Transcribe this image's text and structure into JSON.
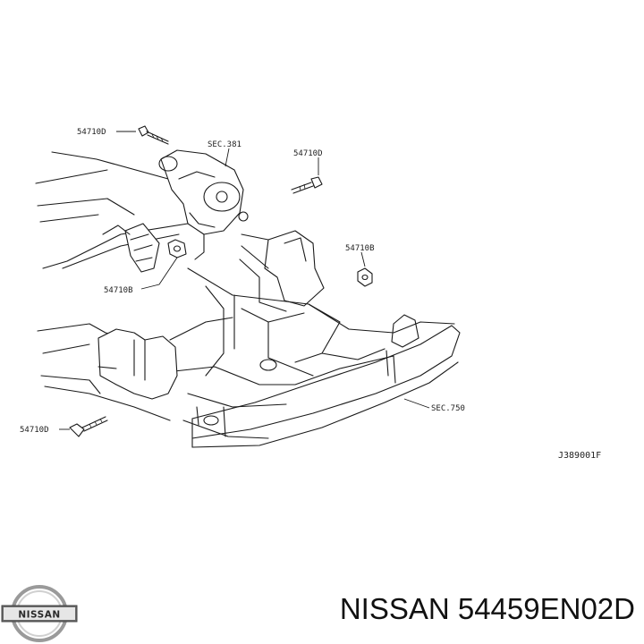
{
  "diagram": {
    "callouts": {
      "bolt_top": "54710D",
      "bolt_right": "54710D",
      "nut_right": "54710B",
      "nut_left": "54710B",
      "bolt_bottom": "54710D",
      "sec_differential": "SEC.381",
      "sec_crossmember": "SEC.750"
    },
    "figure_code": "J389001F"
  },
  "brand": {
    "logo_text": "NISSAN",
    "part_title": "NISSAN 54459EN02D"
  }
}
